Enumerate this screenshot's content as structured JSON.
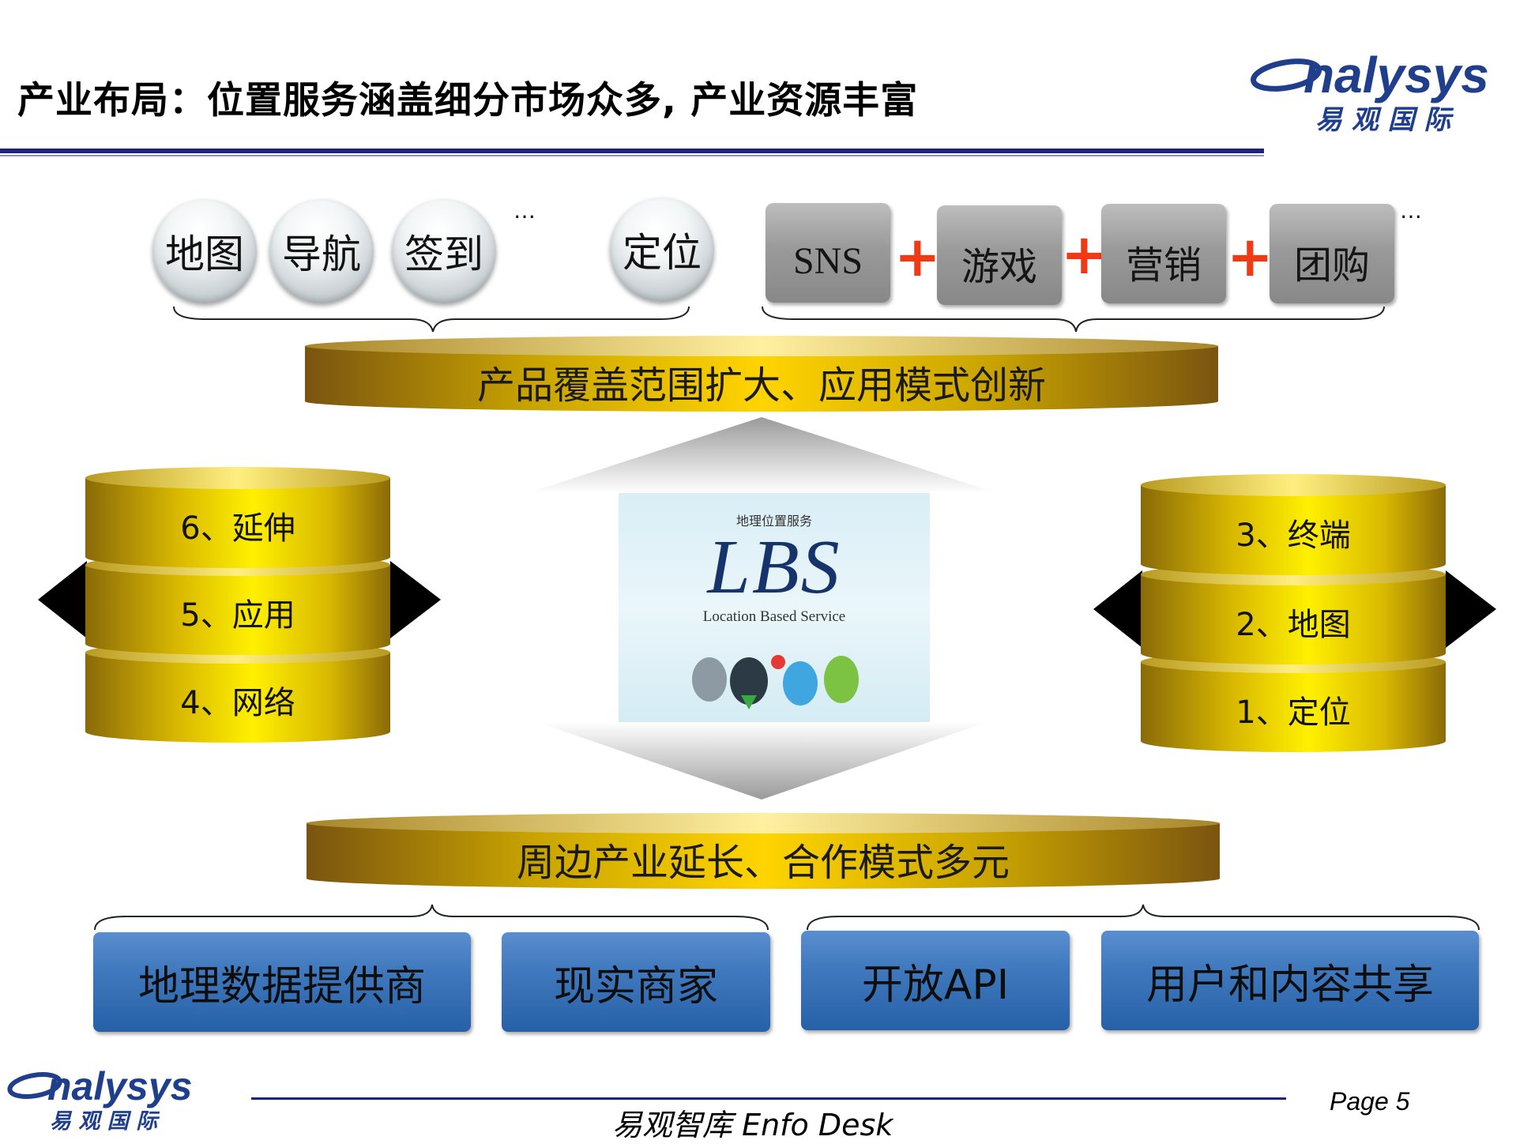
{
  "title": "产业布局：位置服务涵盖细分市场众多, 产业资源丰富",
  "brand": {
    "logo_text": "nalysys",
    "logo_cn": "易 观 国 际"
  },
  "top_bubbles": [
    "地图",
    "导航",
    "签到",
    "定位"
  ],
  "ellipsis": "…",
  "top_boxes": [
    "SNS",
    "游戏",
    "营销",
    "团购"
  ],
  "plus": "+",
  "band_top": "产品覆盖范围扩大、应用模式创新",
  "band_bottom": "周边产业延长、合作模式多元",
  "left_stack": [
    "6、延伸",
    "5、应用",
    "4、网络"
  ],
  "right_stack": [
    "3、终端",
    "2、地图",
    "1、定位"
  ],
  "lbs": {
    "cn": "地理位置服务",
    "big": "LBS",
    "en": "Location Based Service"
  },
  "bottom_boxes": [
    "地理数据提供商",
    "现实商家",
    "开放API",
    "用户和内容共享"
  ],
  "footer": {
    "text": "易观智库  Enfo Desk",
    "page": "Page 5"
  },
  "colors": {
    "accent_rule": "#1a237e",
    "plus": "#f03a16",
    "gold": "#c9a400",
    "blue_box": "#2f6cb3"
  }
}
